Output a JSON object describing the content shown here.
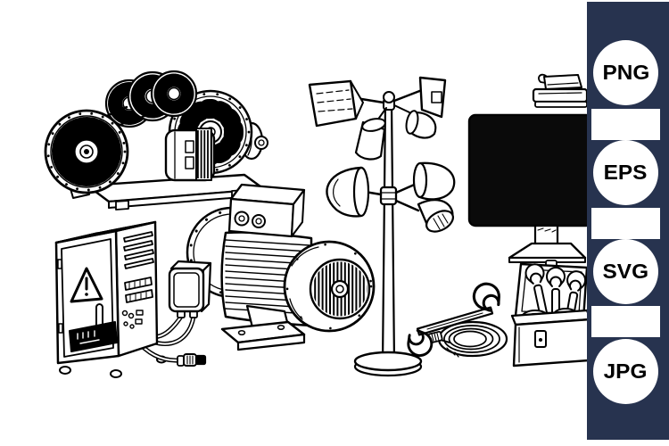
{
  "canvas": {
    "background_color": "#ffffff",
    "ink_color": "#000000",
    "monitor_screen_color": "#0a0a0a"
  },
  "sidebar": {
    "background_color": "#27334F",
    "badge_fill_color": "#ffffff",
    "badge_text_color": "#000000",
    "badges": [
      {
        "label": "PNG"
      },
      {
        "label": "EPS"
      },
      {
        "label": "SVG"
      },
      {
        "label": "JPG"
      }
    ]
  },
  "artwork": {
    "style": "black ink line drawing on white",
    "items": [
      {
        "name": "gas-turbine-engine"
      },
      {
        "name": "electrical-control-cabinet"
      },
      {
        "name": "junction-box"
      },
      {
        "name": "power-plug-cable"
      },
      {
        "name": "electric-motor"
      },
      {
        "name": "cup-anemometer-with-wind-vane"
      },
      {
        "name": "computer-monitor"
      },
      {
        "name": "desktop-printer"
      },
      {
        "name": "toolbox-with-wrenches"
      },
      {
        "name": "open-end-wrench"
      },
      {
        "name": "coiled-cable"
      }
    ]
  }
}
